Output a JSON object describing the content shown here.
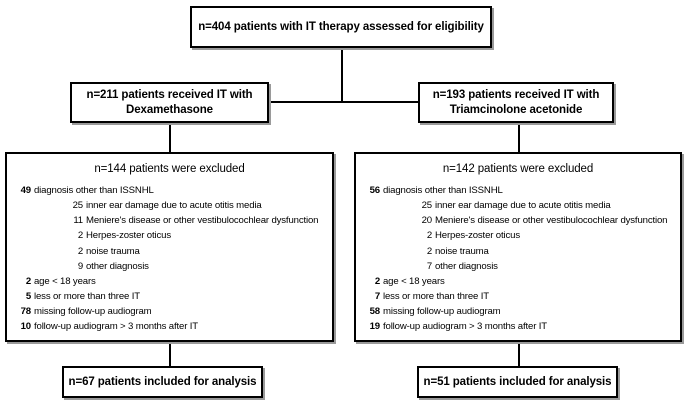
{
  "figure": {
    "type": "flowchart",
    "description": "CONSORT-style patient flow diagram for intratympanic (IT) therapy study"
  },
  "nodes": {
    "enrollment": {
      "label": "n=404 patients with IT therapy assessed for eligibility"
    },
    "arm_left": {
      "line1": "n=211 patients received IT with",
      "line2": "Dexamethasone"
    },
    "arm_right": {
      "line1": "n=193 patients received IT with",
      "line2": "Triamcinolone acetonide"
    },
    "excluded_left": {
      "heading": "n=144 patients were excluded",
      "items": [
        {
          "count": "49",
          "text": "diagnosis other than ISSNHL",
          "indent": false
        },
        {
          "count": "25",
          "text": "inner ear damage due to acute otitis media",
          "indent": true
        },
        {
          "count": "11",
          "text": "Meniere's disease or other vestibulocochlear dysfunction",
          "indent": true
        },
        {
          "count": "2",
          "text": "Herpes-zoster oticus",
          "indent": true
        },
        {
          "count": "2",
          "text": "noise trauma",
          "indent": true
        },
        {
          "count": "9",
          "text": "other diagnosis",
          "indent": true
        },
        {
          "count": "2",
          "text": "age < 18 years",
          "indent": false
        },
        {
          "count": "5",
          "text": "less or more than three IT",
          "indent": false
        },
        {
          "count": "78",
          "text": "missing follow-up audiogram",
          "indent": false
        },
        {
          "count": "10",
          "text": "follow-up audiogram > 3 months after IT",
          "indent": false
        }
      ]
    },
    "excluded_right": {
      "heading": "n=142 patients were excluded",
      "items": [
        {
          "count": "56",
          "text": "diagnosis other than ISSNHL",
          "indent": false
        },
        {
          "count": "25",
          "text": "inner ear damage due to acute otitis media",
          "indent": true
        },
        {
          "count": "20",
          "text": "Meniere's disease or other vestibulocochlear dysfunction",
          "indent": true
        },
        {
          "count": "2",
          "text": "Herpes-zoster oticus",
          "indent": true
        },
        {
          "count": "2",
          "text": "noise trauma",
          "indent": true
        },
        {
          "count": "7",
          "text": "other diagnosis",
          "indent": true
        },
        {
          "count": "2",
          "text": "age < 18 years",
          "indent": false
        },
        {
          "count": "7",
          "text": "less or more than three IT",
          "indent": false
        },
        {
          "count": "58",
          "text": "missing follow-up audiogram",
          "indent": false
        },
        {
          "count": "19",
          "text": "follow-up audiogram > 3 months after IT",
          "indent": false
        }
      ]
    },
    "analysis_left": {
      "label": "n=67 patients included for analysis"
    },
    "analysis_right": {
      "label": "n=51 patients included for analysis"
    }
  },
  "colors": {
    "stroke": "#000000",
    "fill": "#ffffff",
    "text": "#000000",
    "shadow": "#9a9a9a"
  }
}
